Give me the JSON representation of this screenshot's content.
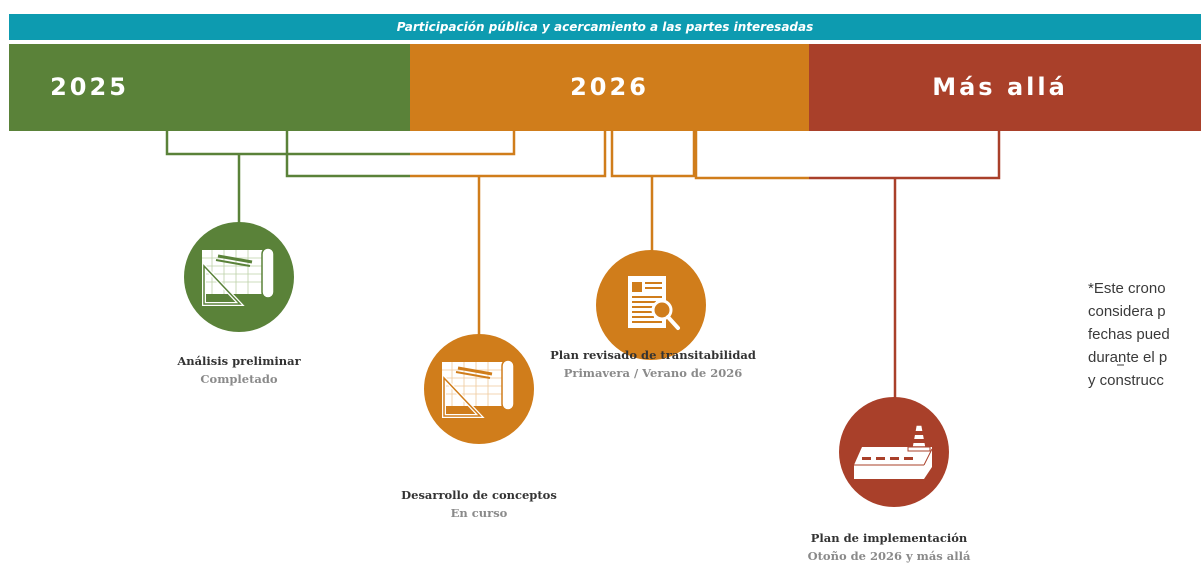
{
  "banner": {
    "text": "Participación pública y acercamiento a las partes interesadas"
  },
  "years": [
    {
      "label": "2025",
      "color": "#5a8239"
    },
    {
      "label": "2026",
      "color": "#d07d1b"
    },
    {
      "label": "Más allá",
      "color": "#a9402a"
    }
  ],
  "milestones": [
    {
      "title": "Análisis preliminar",
      "status": "Completado",
      "icon": "drafting-plans-icon",
      "color": "#5a8239"
    },
    {
      "title": "Desarrollo de conceptos",
      "status": "En curso",
      "icon": "drafting-plans-icon",
      "color": "#d07d1b"
    },
    {
      "title": "Plan revisado de transitabilidad",
      "status": "Primavera / Verano de 2026",
      "icon": "document-search-icon",
      "color": "#d07d1b"
    },
    {
      "title": "Plan de implementación",
      "status": "Otoño de 2026 y más allá",
      "icon": "road-cone-icon",
      "color": "#a9402a"
    }
  ],
  "note": {
    "lines": [
      "*Este crono",
      "considera p",
      "fechas pued",
      "durante el p",
      "y construcc"
    ]
  }
}
